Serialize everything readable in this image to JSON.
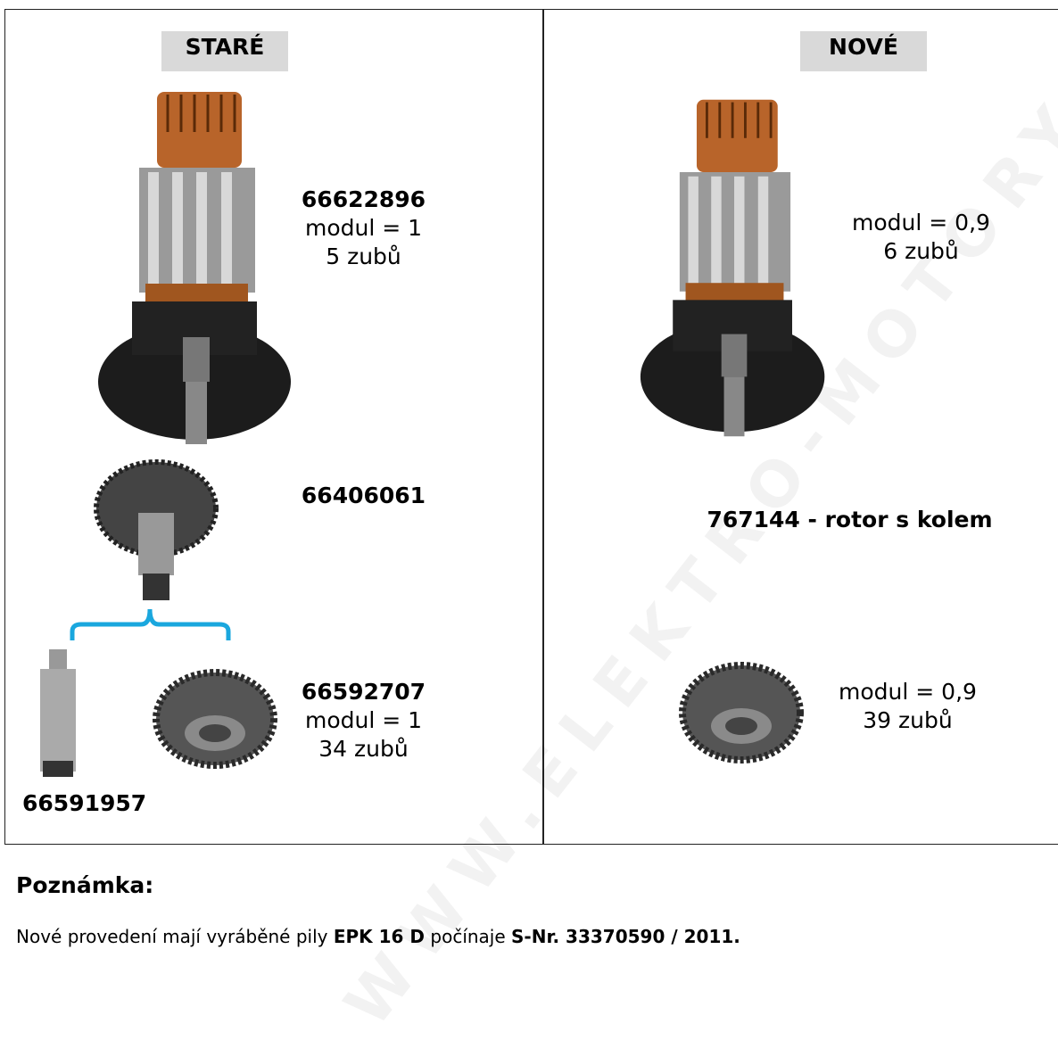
{
  "old": {
    "title": "STARÉ",
    "armature": {
      "part_no": "66622896",
      "modul": "modul = 1",
      "teeth": "5 zubů"
    },
    "gear_shaft": {
      "part_no": "66406061"
    },
    "gear": {
      "part_no": "66592707",
      "modul": "modul = 1",
      "teeth": "34 zubů"
    },
    "pin": {
      "part_no": "66591957"
    }
  },
  "new": {
    "title": "NOVÉ",
    "armature": {
      "modul": "modul = 0,9",
      "teeth": "6 zubů"
    },
    "rotor_label": "767144 - rotor s kolem",
    "gear": {
      "modul": "modul = 0,9",
      "teeth": "39 zubů"
    }
  },
  "watermark": "WWW.ELEKTRO-MOTORY.CZ",
  "note": {
    "heading": "Poznámka:",
    "text_1": "Nové provedení mají vyráběné pily ",
    "model": "EPK 16 D",
    "text_2": " počínaje ",
    "serial": "S-Nr. 33370590 / 2011."
  },
  "colors": {
    "brace": "#1aa7de",
    "header_bg": "#d9d9d9",
    "copper": "#b8642a"
  }
}
